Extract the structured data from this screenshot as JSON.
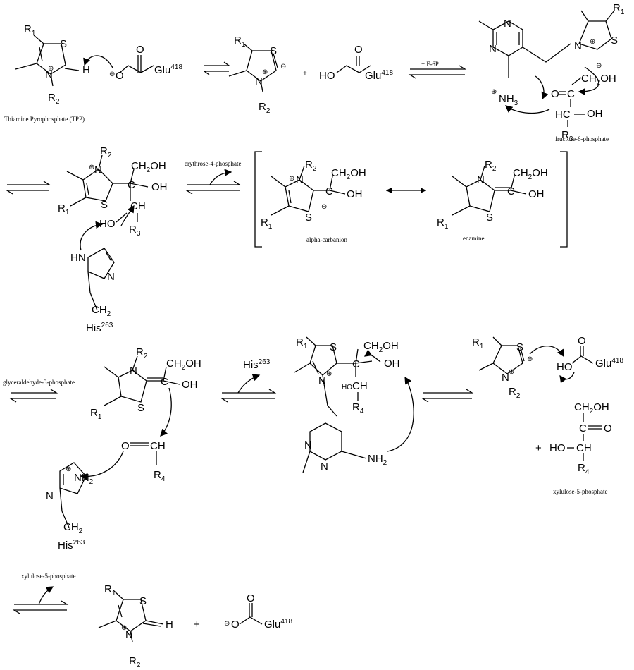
{
  "captions": {
    "tpp": "Thiamine Pyrophosphate (TPP)",
    "f6p_step": "+ F-6P",
    "fructose": "fructose-6-phosphate",
    "erythrose": "erythrose-4-phosphate",
    "alpha_carbanion": "alpha-carbanion",
    "enamine": "enamine",
    "g3p": "glyceraldehyde-3-phosphate",
    "his_release": "His",
    "his_release_sup": "263",
    "xylulose_product": "xylulose-5-phosphate",
    "xylulose_release": "xylulose-5-phosphate"
  },
  "atoms": {
    "R1": "R",
    "R1_sub": "1",
    "R2": "R",
    "R2_sub": "2",
    "R3": "R",
    "R3_sub": "3",
    "R4": "R",
    "R4_sub": "4",
    "S": "S",
    "N": "N",
    "H": "H",
    "O": "O",
    "HO": "HO",
    "OH": "OH",
    "CH": "CH",
    "HC": "HC",
    "C": "C",
    "HN": "HN",
    "glu": "Glu",
    "glu_sup": "418",
    "his": "His",
    "his_sup": "263",
    "nh3": "NH",
    "nh3_sub": "3",
    "nh2": "NH",
    "nh2_sub": "2",
    "ch2oh": "CH",
    "ch2oh_sub": "2",
    "ch2oh_tail": "OH",
    "ch2": "CH",
    "ch2_sub": "2",
    "plus": "+",
    "charge_pos": "⊕",
    "charge_neg": "⊖"
  }
}
